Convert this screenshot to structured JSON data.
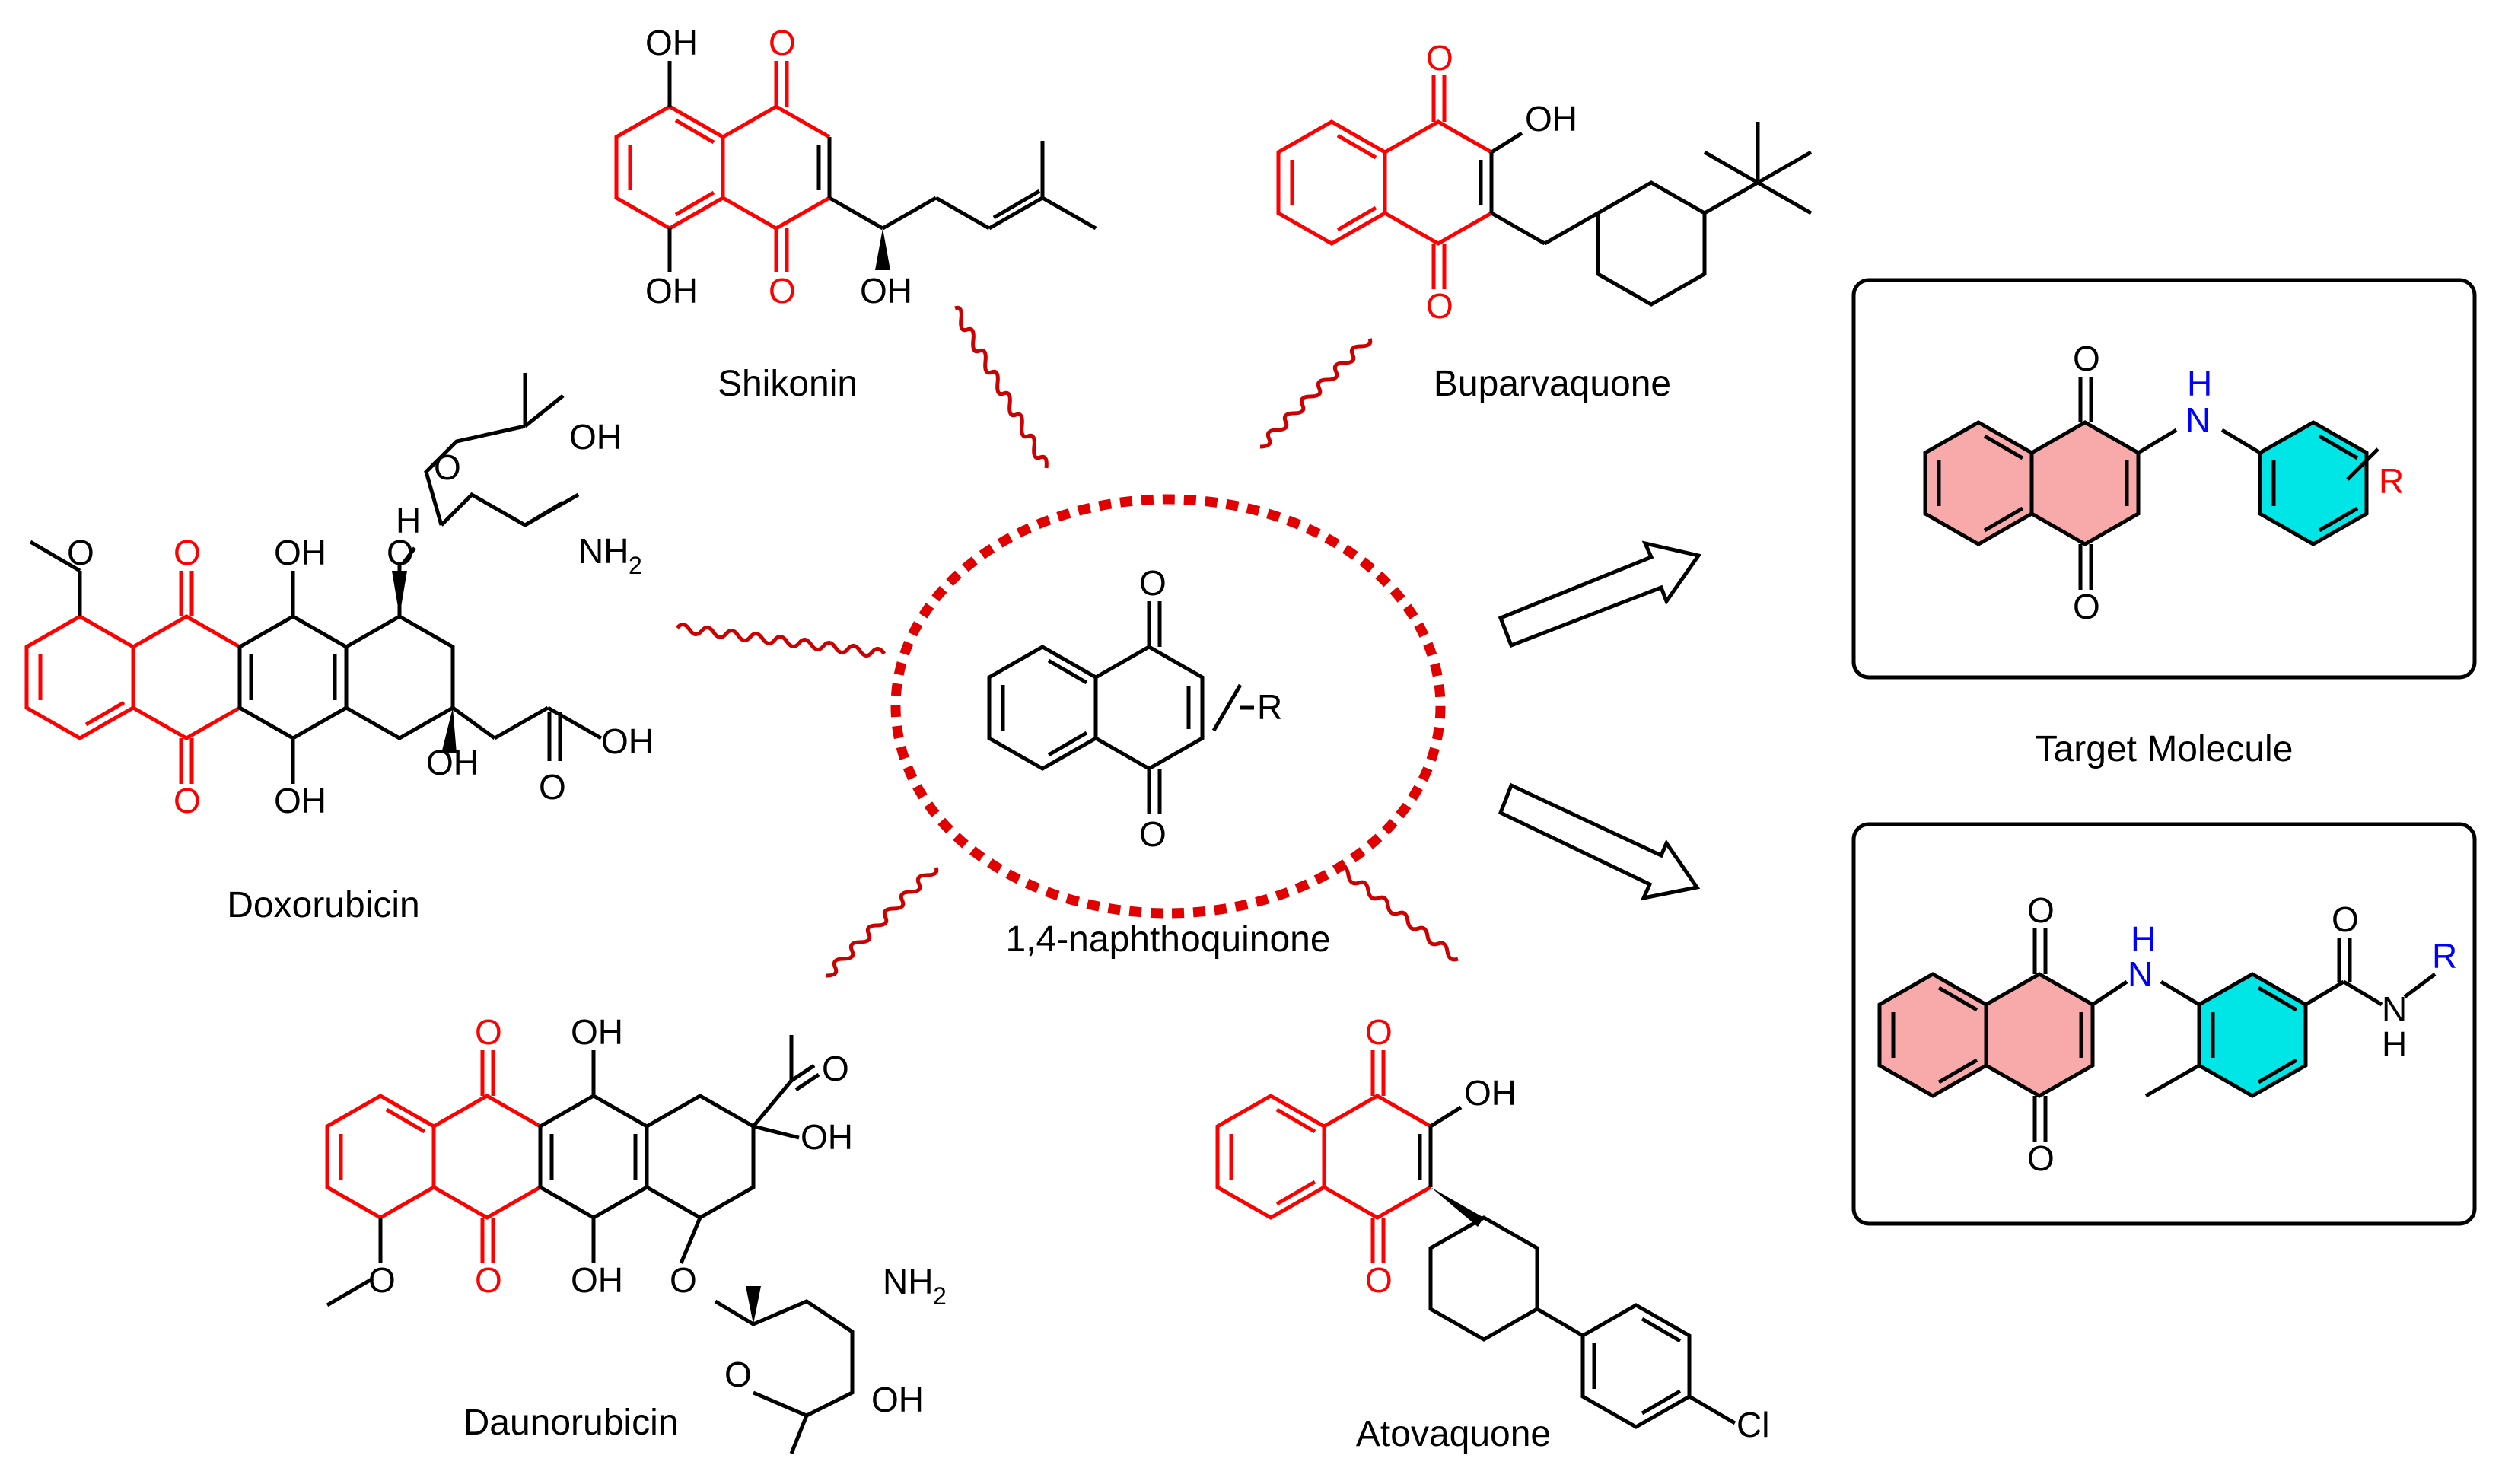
{
  "colors": {
    "core": "#ff0000",
    "bond": "#000000",
    "nitrogen": "#0000ff",
    "pink_ring": "#f8aaaa",
    "cyan_ring": "#00e5e5",
    "wavy": "#cc0000"
  },
  "center": {
    "label": "1,4-naphthoquinone",
    "r_label": "R",
    "o_top": "O",
    "o_bottom": "O"
  },
  "compounds": [
    {
      "id": "shikonin",
      "name": "Shikonin"
    },
    {
      "id": "buparvaquone",
      "name": "Buparvaquone"
    },
    {
      "id": "doxorubicin",
      "name": "Doxorubicin"
    },
    {
      "id": "daunorubicin",
      "name": "Daunorubicin"
    },
    {
      "id": "atovaquone",
      "name": "Atovaquone"
    }
  ],
  "atoms": {
    "oh": "OH",
    "o": "O",
    "h": "H",
    "nh2": "NH",
    "two": "2",
    "cl": "Cl",
    "n": "N",
    "r": "R"
  },
  "target": {
    "caption": "Target Molecule"
  }
}
